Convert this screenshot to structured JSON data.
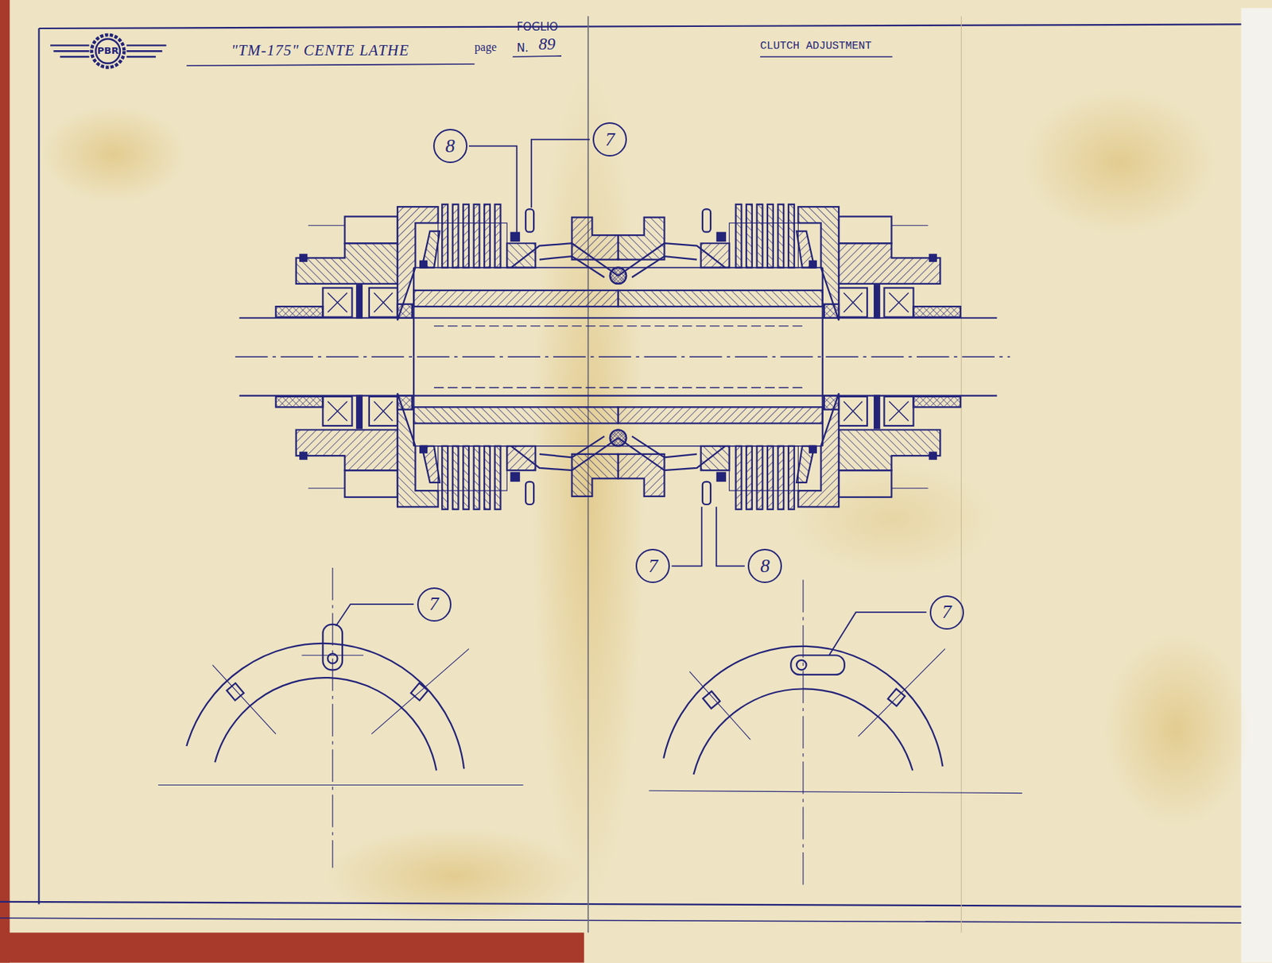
{
  "diagram": {
    "title": "\"TM-175\" CENTE LATHE",
    "nodes": [
      {
        "text": [
          "8"
        ]
      },
      {
        "text": [
          "7"
        ]
      },
      {
        "text": [
          "7"
        ]
      },
      {
        "text": [
          "8"
        ]
      },
      {
        "text": [
          "7"
        ]
      },
      {
        "text": [
          "7"
        ]
      }
    ],
    "labels": [
      "PBR",
      "FOGLIO",
      "page",
      "N.",
      "89",
      "CLUTCH ADJUSTMENT"
    ]
  }
}
